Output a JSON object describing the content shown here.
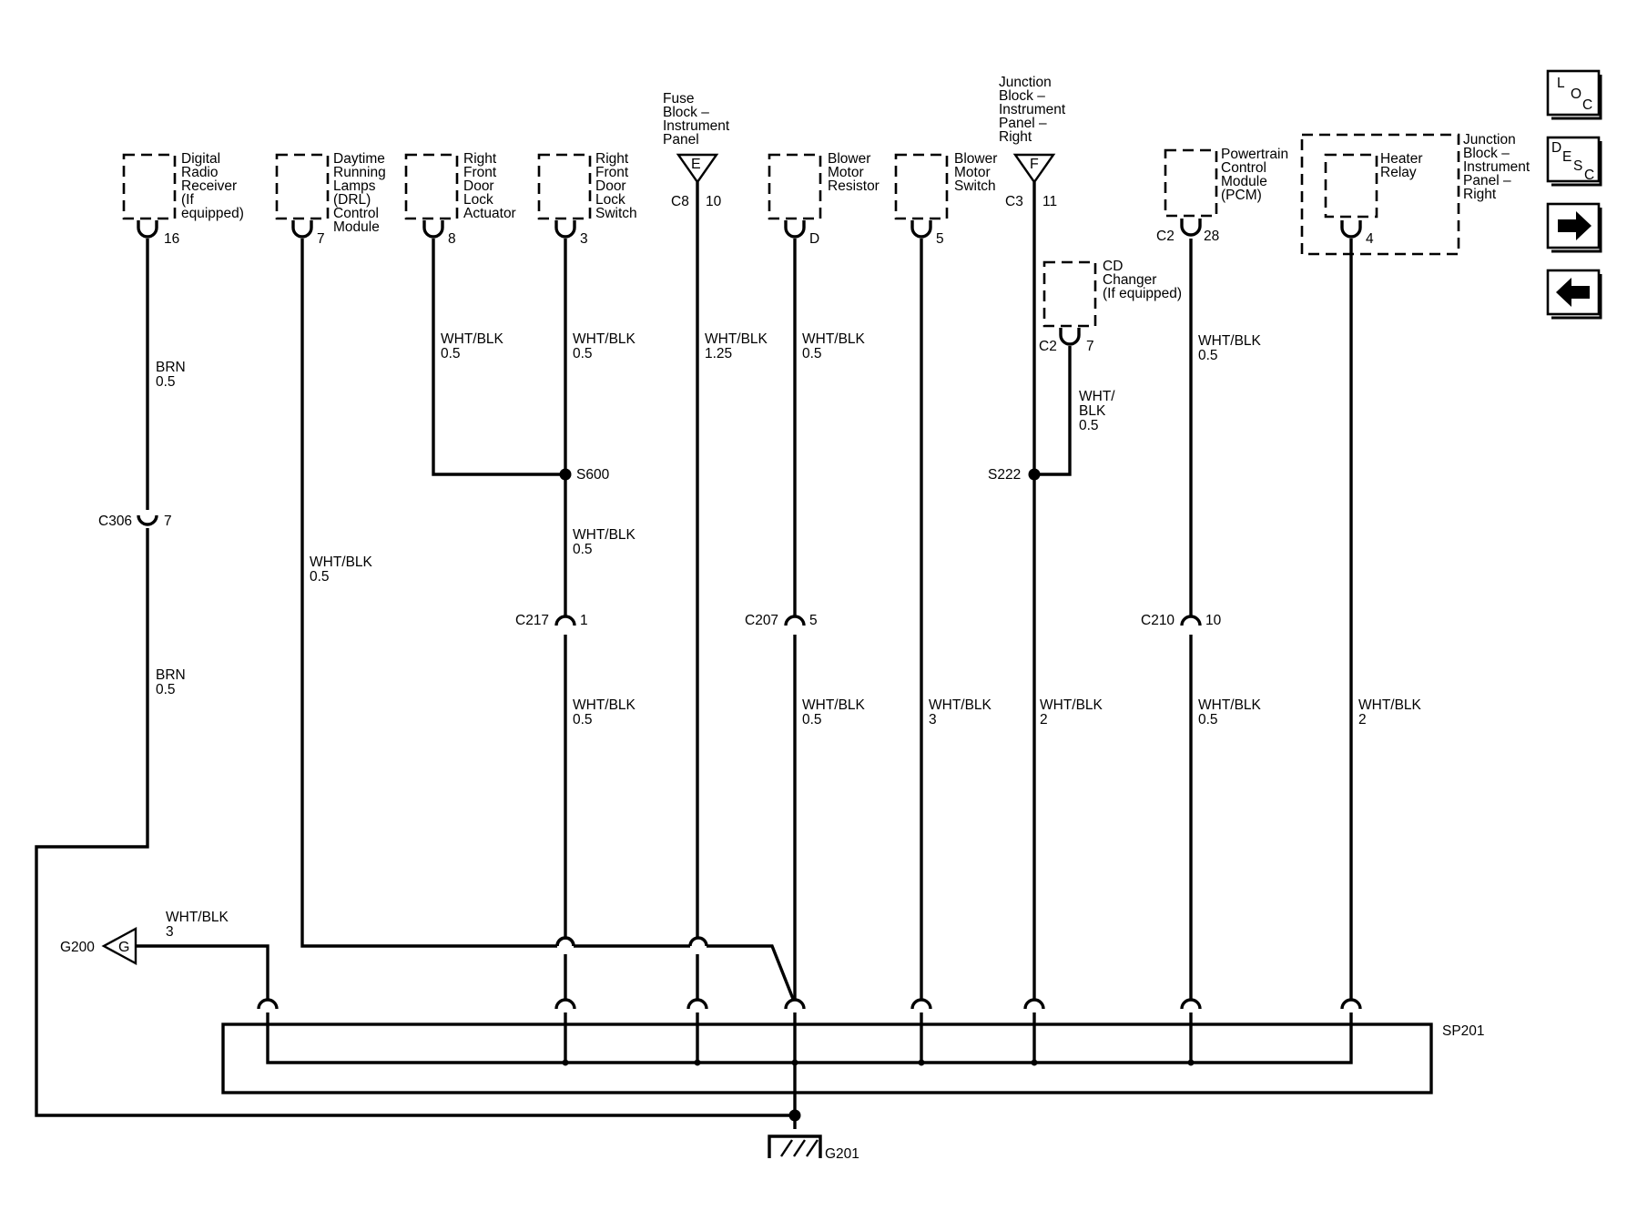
{
  "components": {
    "digital_radio_receiver": [
      "Digital",
      "Radio",
      "Receiver",
      "(If",
      "equipped)"
    ],
    "drl_module": [
      "Daytime",
      "Running",
      "Lamps",
      "(DRL)",
      "Control",
      "Module"
    ],
    "rf_door_lock_actuator": [
      "Right",
      "Front",
      "Door",
      "Lock",
      "Actuator"
    ],
    "rf_door_lock_switch": [
      "Right",
      "Front",
      "Door",
      "Lock",
      "Switch"
    ],
    "fuse_block_ip": [
      "Fuse",
      "Block –",
      "Instrument",
      "Panel"
    ],
    "blower_motor_resistor": [
      "Blower",
      "Motor",
      "Resistor"
    ],
    "blower_motor_switch": [
      "Blower",
      "Motor",
      "Switch"
    ],
    "junction_block_ip_right_1": [
      "Junction",
      "Block –",
      "Instrument",
      "Panel –",
      "Right"
    ],
    "cd_changer": [
      "CD",
      "Changer",
      "(If equipped)"
    ],
    "pcm": [
      "Powertrain",
      "Control",
      "Module",
      "(PCM)"
    ],
    "heater_relay": [
      "Heater",
      "Relay"
    ],
    "junction_block_ip_right_2": [
      "Junction",
      "Block –",
      "Instrument",
      "Panel –",
      "Right"
    ]
  },
  "pins": {
    "radio": "16",
    "drl": "7",
    "actuator": "8",
    "switch": "3",
    "fuse_conn": "C8",
    "fuse_pin": "10",
    "fuse_letter": "E",
    "blower_res": "D",
    "blower_sw": "5",
    "jb_conn": "C3",
    "jb_pin": "11",
    "jb_letter": "F",
    "cd_conn": "C2",
    "cd_pin": "7",
    "pcm_conn": "C2",
    "pcm_pin": "28",
    "heater": "4"
  },
  "wires": {
    "brn_color": "BRN",
    "brn_size": "0.5",
    "wb_color": "WHT/BLK",
    "wb_split_1": "WHT/",
    "wb_split_2": "BLK",
    "size_05": "0.5",
    "size_125": "1.25",
    "size_2": "2",
    "size_3": "3"
  },
  "inline_connectors": {
    "c306": "C306",
    "c306_pin": "7",
    "c217": "C217",
    "c217_pin": "1",
    "c207": "C207",
    "c207_pin": "5",
    "c210": "C210",
    "c210_pin": "10"
  },
  "splices": {
    "s600": "S600",
    "s222": "S222",
    "sp201": "SP201"
  },
  "grounds": {
    "g200": "G200",
    "g200_letter": "G",
    "g201": "G201"
  },
  "nav": {
    "loc": [
      "L",
      "O",
      "C"
    ],
    "desc": [
      "D",
      "E",
      "S",
      "C"
    ]
  }
}
